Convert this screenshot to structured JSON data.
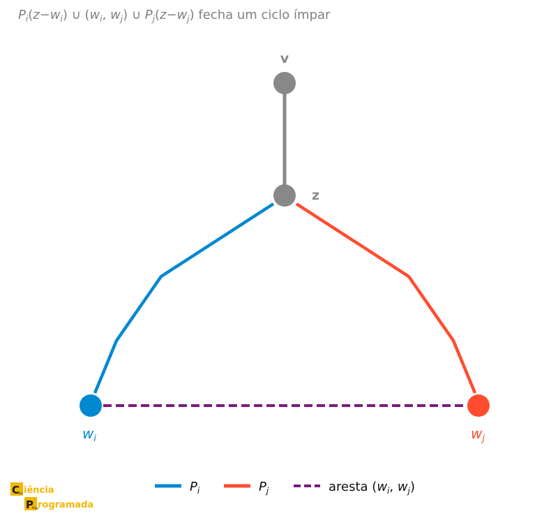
{
  "title": {
    "p_i": "P",
    "p_i_sub": "i",
    "seg1": "(",
    "z1": "z",
    "minus1": "−",
    "w1": "w",
    "w1_sub": "i",
    "seg2": ") ∪ (",
    "w2": "w",
    "w2_sub": "i",
    "comma": ", ",
    "w3": "w",
    "w3_sub": "j",
    "seg3": ") ∪ ",
    "p_j": "P",
    "p_j_sub": "j",
    "seg4": "(",
    "z2": "z",
    "minus2": "−",
    "w4": "w",
    "w4_sub": "j",
    "seg5": ") fecha um ciclo ímpar"
  },
  "nodes": {
    "v": {
      "label": "v",
      "color": "#888888"
    },
    "z": {
      "label": "z",
      "color": "#888888"
    },
    "wi": {
      "label": "w",
      "sub": "i",
      "color": "#0088d1"
    },
    "wj": {
      "label": "w",
      "sub": "j",
      "color": "#ff4c2f"
    }
  },
  "paths": {
    "vz_color": "#888888",
    "pi_color": "#0088d1",
    "pj_color": "#ff4c2f",
    "edge_color": "#7b1a7f"
  },
  "legend": {
    "pi": {
      "label": "P",
      "sub": "i"
    },
    "pj": {
      "label": "P",
      "sub": "j"
    },
    "edge": {
      "prefix": "aresta (",
      "w1": "w",
      "w1_sub": "i",
      "comma": ", ",
      "w2": "w",
      "w2_sub": "j",
      "suffix": ")"
    }
  },
  "logo": {
    "line1_letter": "C",
    "line1_rest": "iência",
    "line2_letter": "P",
    "line2_rest": "rogramada",
    "sub1": "Sci",
    "sub2": "Prog",
    "color": "#f2b705"
  }
}
